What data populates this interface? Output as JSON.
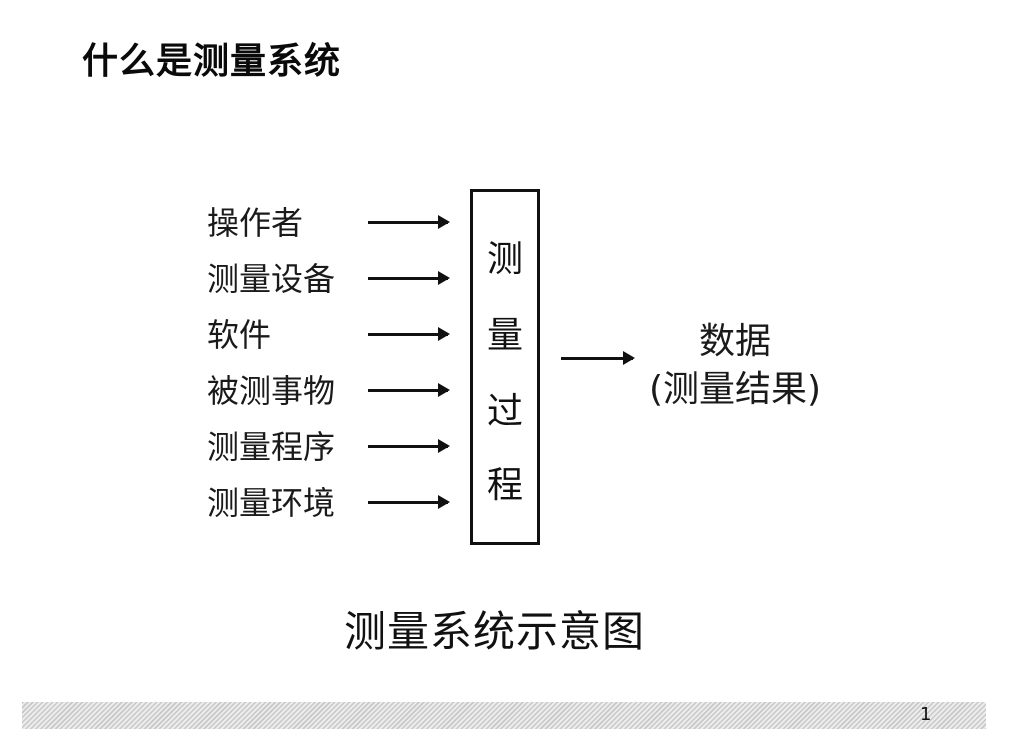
{
  "slide": {
    "title": "什么是测量系统",
    "page_number": "1"
  },
  "diagram": {
    "inputs": [
      {
        "label": "操作者"
      },
      {
        "label": "测量设备"
      },
      {
        "label": "软件"
      },
      {
        "label": "被测事物"
      },
      {
        "label": "测量程序"
      },
      {
        "label": "测量环境"
      }
    ],
    "process": {
      "chars": [
        "测",
        "量",
        "过",
        "程"
      ],
      "label": "测量过程"
    },
    "output": {
      "line1": "数据",
      "line2": "(测量结果)"
    },
    "caption": "测量系统示意图"
  },
  "colors": {
    "text": "#111111",
    "background": "#ffffff",
    "footer_stripe_dark": "#c8c8c8",
    "footer_stripe_light": "#ececec"
  }
}
